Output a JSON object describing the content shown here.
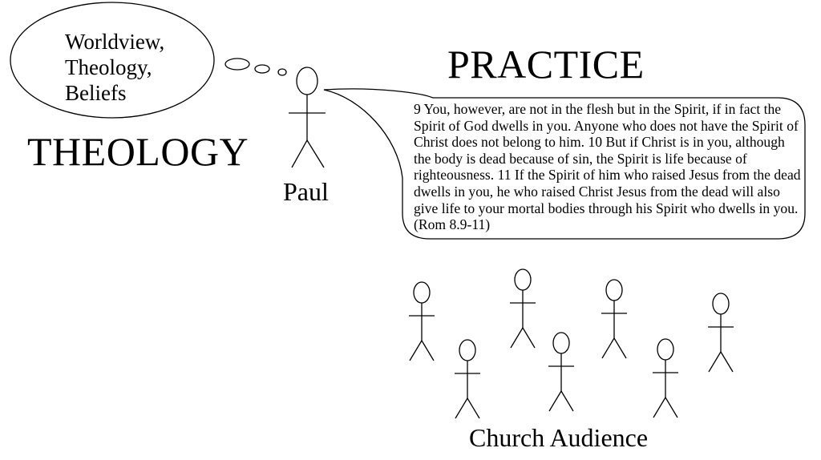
{
  "thought_bubble": {
    "lines": [
      "Worldview,",
      "Theology,",
      "Beliefs"
    ]
  },
  "headings": {
    "theology": "THEOLOGY",
    "practice": "PRACTICE"
  },
  "speaker": {
    "label": "Paul"
  },
  "speech_bubble": {
    "text": "9 You, however, are not in the flesh but in the Spirit, if in fact the Spirit of God dwells in you. Anyone who does not have the Spirit of Christ does not belong to him. 10   But if Christ is in you, although the body is dead because of sin, the Spirit is life because of righteousness. 11  If the Spirit of him who raised Jesus from the dead dwells in you, he who raised Christ Jesus from the dead will also give life to your mortal bodies through his Spirit who dwells in you. (Rom 8.9-11)"
  },
  "audience": {
    "label": "Church Audience",
    "member_count": 7
  }
}
